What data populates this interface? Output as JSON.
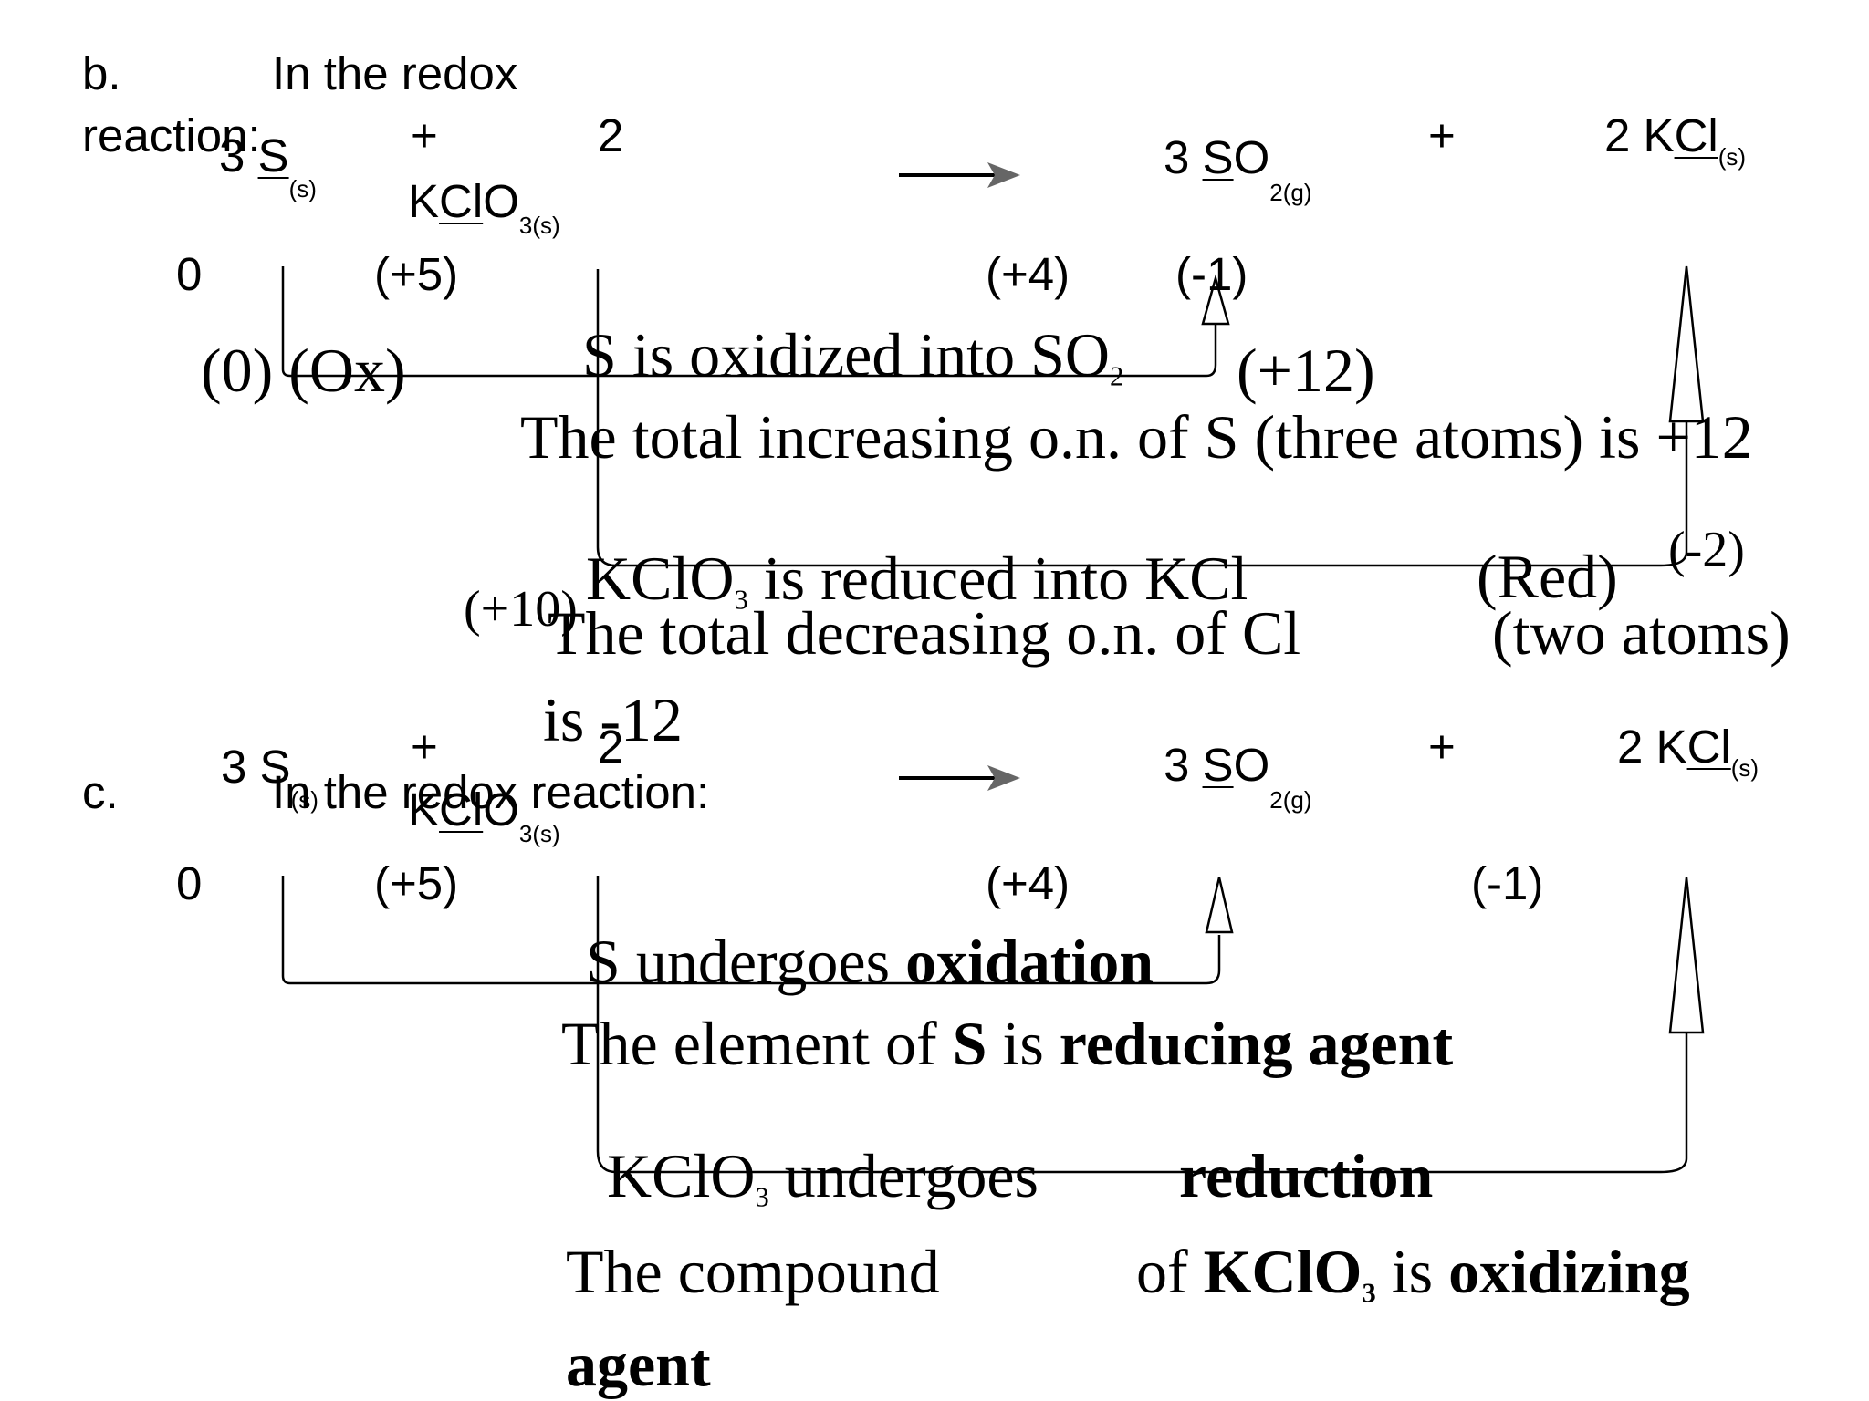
{
  "part_b": {
    "label": "b.",
    "heading_1": "In the redox",
    "heading_2": "reaction:",
    "reactant1_coef": "3",
    "reactant1_sym": "S",
    "reactant1_state": "(s)",
    "plus1": "+",
    "reactant2_coef": "2",
    "reactant2_k": "K",
    "reactant2_cl": "Cl",
    "reactant2_o": "O",
    "reactant2_state": "3(s)",
    "product1_coef": "3",
    "product1_sym": "S",
    "product1_o": "O",
    "product1_state": "2(g)",
    "plus2": "+",
    "product2_pre": "2 K",
    "product2_cl": "Cl",
    "product2_state": "(s)",
    "on_s": "0",
    "on_cl_reactant": "(+5)",
    "on_s_product": "(+4)",
    "on_cl_product": "(-1)",
    "ox_left": "(0) (Ox)",
    "ox_text": "S is oxidized into SO",
    "ox_sub": "2",
    "ox_total": "(+12)",
    "increase_line": "The total increasing o.n. of S (three atoms) is +12",
    "red_step": "(-2)",
    "red_text_pre": "KClO",
    "red_text_sub": "3",
    "red_text_post": " is reduced into KCl",
    "red_label": "(Red)",
    "red_total": "(+10)",
    "decrease_line_1": "The total decreasing o.n. of Cl",
    "decrease_line_2": "(two atoms)",
    "decrease_line_3": "is -12",
    "decrease_digit": "2"
  },
  "part_c": {
    "label": "c.",
    "heading": "In the redox reaction:",
    "reactant1_coef": "3",
    "reactant1_sym": "S",
    "reactant1_state": "(s)",
    "plus1": "+",
    "reactant2_coef": "2",
    "reactant2_k": "K",
    "reactant2_cl": "Cl",
    "reactant2_o": "O",
    "reactant2_state": "3(s)",
    "product1_coef": "3",
    "product1_sym": "S",
    "product1_o": "O",
    "product1_state": "2(g)",
    "plus2": "+",
    "product2_pre": "2 K",
    "product2_cl": "Cl",
    "product2_state": "(s)",
    "on_s": "0",
    "on_cl_reactant": "(+5)",
    "on_s_product": "(+4)",
    "on_cl_product": "(-1)",
    "ox_pre": "S undergoes ",
    "ox_bold": "oxidation",
    "reducing_pre": "The element of ",
    "reducing_s": "S",
    "reducing_mid": " is ",
    "reducing_bold": "reducing agent",
    "red_pre": "KClO",
    "red_sub": "3",
    "red_post": " undergoes",
    "red_bold": "reduction",
    "compound_pre": "The compound",
    "compound_of": "of ",
    "compound_kclo": "KClO",
    "compound_sub": "3",
    "compound_is": " is ",
    "compound_bold": "oxidizing",
    "agent": "agent"
  }
}
